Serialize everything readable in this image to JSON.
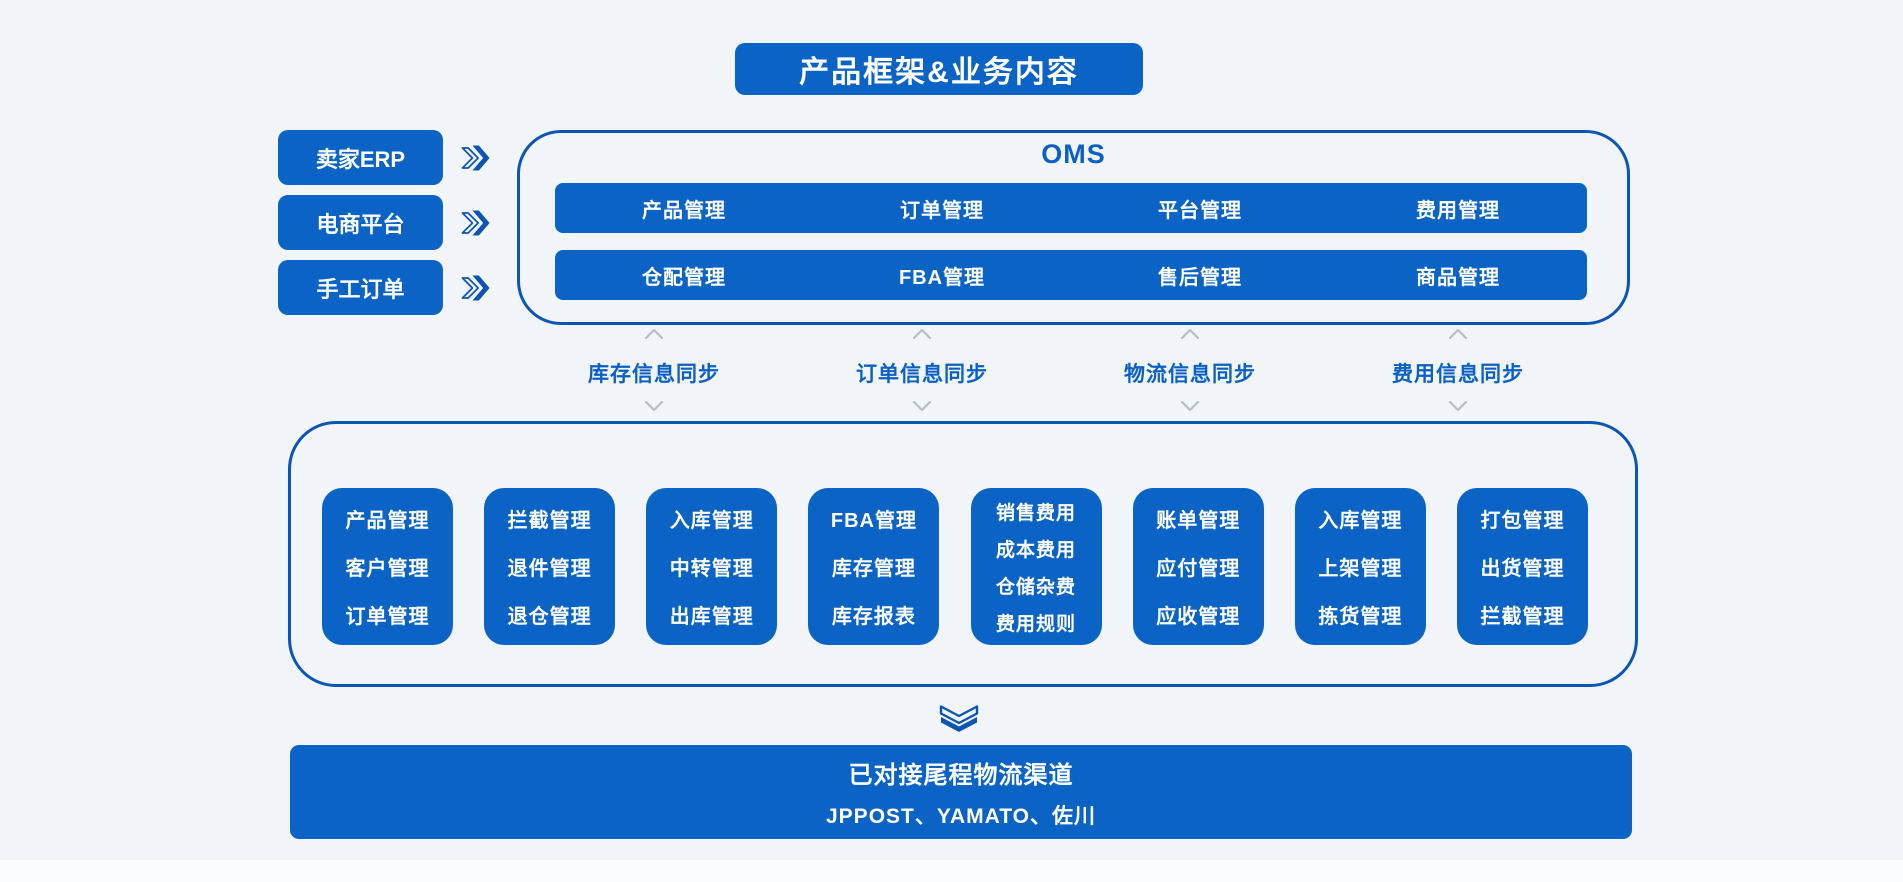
{
  "title": "产品框架&业务内容",
  "sources": [
    {
      "label": "卖家ERP"
    },
    {
      "label": "电商平台"
    },
    {
      "label": "手工订单"
    }
  ],
  "oms": {
    "title": "OMS",
    "rows": [
      [
        "产品管理",
        "订单管理",
        "平台管理",
        "费用管理"
      ],
      [
        "仓配管理",
        "FBA管理",
        "售后管理",
        "商品管理"
      ]
    ]
  },
  "sync_labels": [
    "库存信息同步",
    "订单信息同步",
    "物流信息同步",
    "费用信息同步"
  ],
  "modules": [
    [
      "产品管理",
      "客户管理",
      "订单管理"
    ],
    [
      "拦截管理",
      "退件管理",
      "退仓管理"
    ],
    [
      "入库管理",
      "中转管理",
      "出库管理"
    ],
    [
      "FBA管理",
      "库存管理",
      "库存报表"
    ],
    [
      "销售费用",
      "成本费用",
      "仓储杂费",
      "费用规则"
    ],
    [
      "账单管理",
      "应付管理",
      "应收管理"
    ],
    [
      "入库管理",
      "上架管理",
      "拣货管理"
    ],
    [
      "打包管理",
      "出货管理",
      "拦截管理"
    ]
  ],
  "footer": {
    "title": "已对接尾程物流渠道",
    "channels": "JPPOST、YAMATO、佐川"
  },
  "colors": {
    "primary": "#0b63c5",
    "border": "#0d55b4",
    "accent_text": "#0b60c3",
    "background": "#f1f5f9",
    "chevron_gray": "#b6bfc9"
  }
}
